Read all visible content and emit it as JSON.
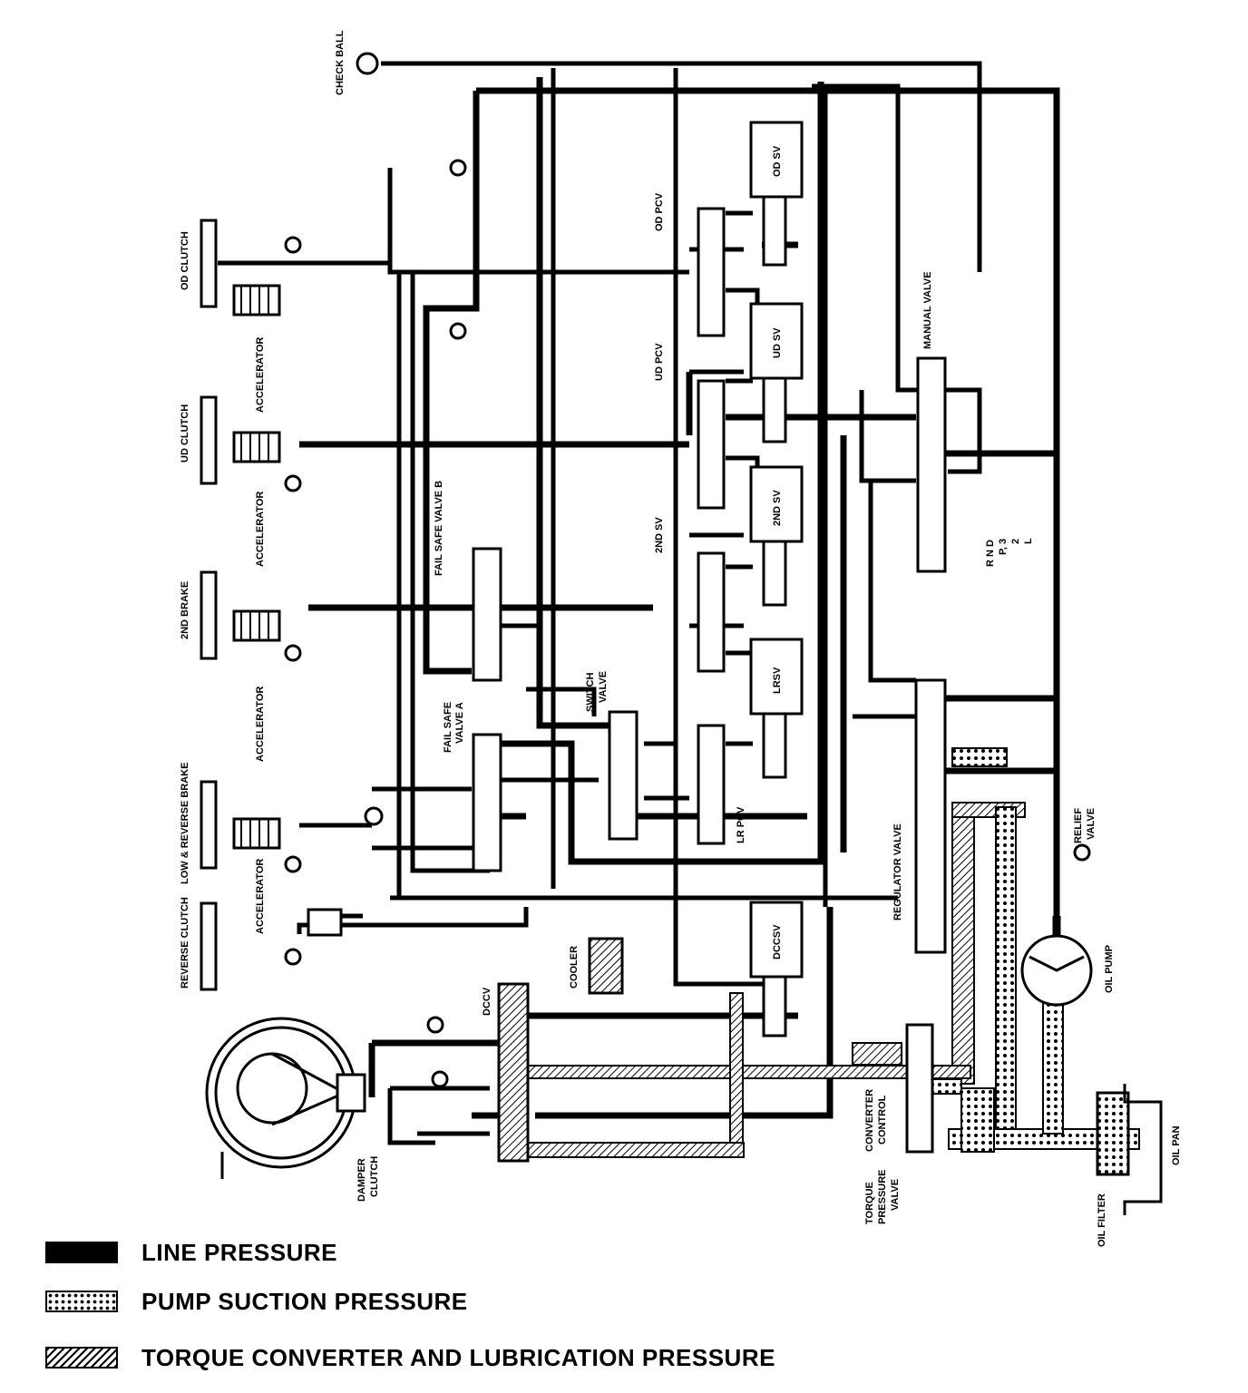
{
  "components": {
    "check_ball": "CHECK BALL",
    "od_clutch": "OD CLUTCH",
    "ud_clutch": "UD CLUTCH",
    "second_brake": "2ND BRAKE",
    "low_reverse_brake": "LOW & REVERSE BRAKE",
    "reverse_clutch": "REVERSE CLUTCH",
    "accelerator": "ACCELERATOR",
    "fail_safe_valve_b": "FAIL SAFE VALVE B",
    "fail_safe_valve_a_line1": "FAIL SAFE",
    "fail_safe_valve_a_line2": "VALVE A",
    "switch_valve_line1": "SWITCH",
    "switch_valve_line2": "VALVE",
    "od_pcv": "OD PCV",
    "ud_pcv": "UD PCV",
    "second_sv": "2ND SV",
    "lr_pcv": "LR PCV",
    "od_sv": "OD SV",
    "ud_sv": "UD SV",
    "second_sv_box": "2ND SV",
    "lrsv": "LRSV",
    "dccsv": "DCCSV",
    "dccv": "DCCV",
    "cooler": "COOLER",
    "manual_valve": "MANUAL VALVE",
    "regulator_valve": "REGULATOR VALVE",
    "relief_valve_line1": "RELIEF",
    "relief_valve_line2": "VALVE",
    "oil_pump": "OIL PUMP",
    "oil_filter": "OIL FILTER",
    "oil_pan": "OIL PAN",
    "converter_control_line1": "CONVERTER",
    "converter_control_line2": "CONTROL",
    "torque_pressure_valve_line1": "TORQUE",
    "torque_pressure_valve_line2": "PRESSURE",
    "torque_pressure_valve_line3": "VALVE",
    "damper_clutch_line1": "DAMPER",
    "damper_clutch_line2": "CLUTCH",
    "gear_positions": [
      "R N D",
      "P, 3",
      "2",
      "L"
    ]
  },
  "legend": {
    "line_pressure": "LINE PRESSURE",
    "pump_suction_pressure": "PUMP SUCTION PRESSURE",
    "torque_converter_lubrication": "TORQUE CONVERTER AND LUBRICATION PRESSURE"
  },
  "colors": {
    "ink": "#000000",
    "paper": "#ffffff"
  }
}
